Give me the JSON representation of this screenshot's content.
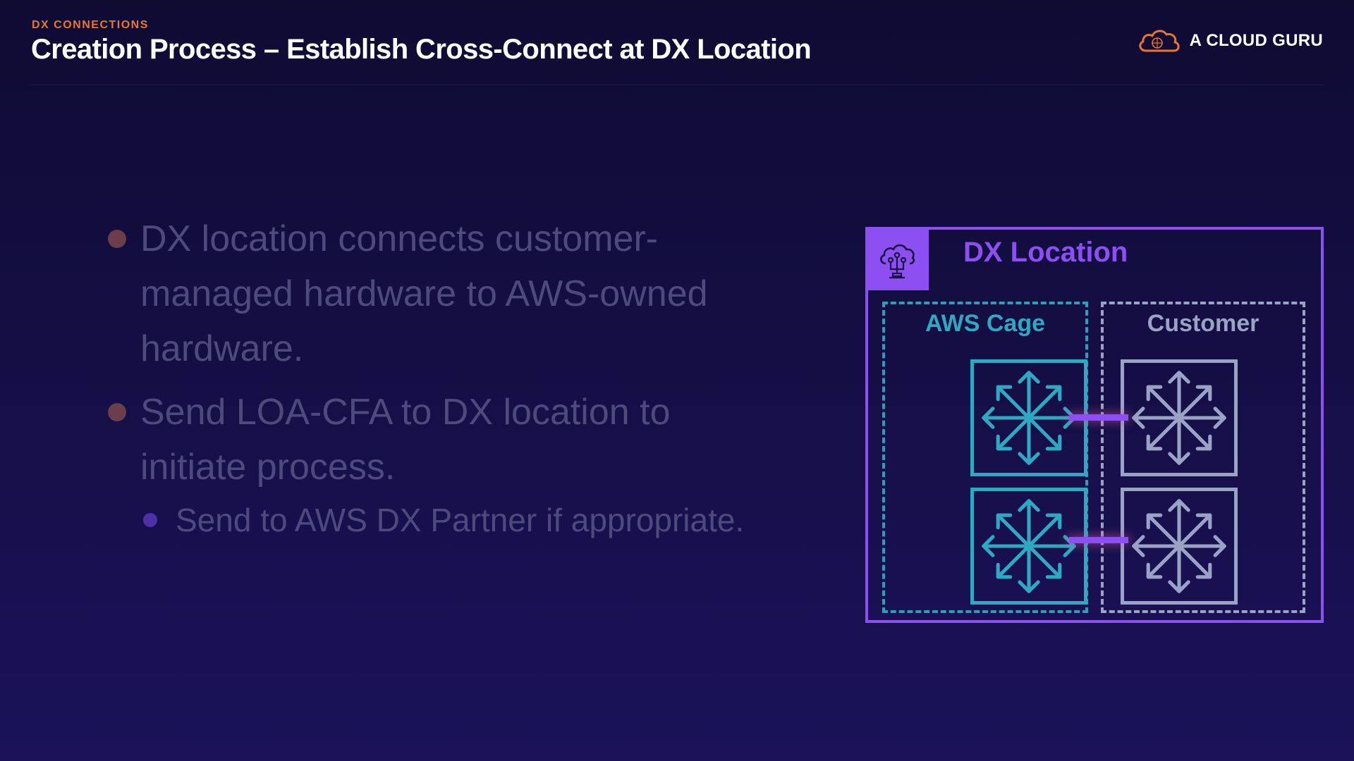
{
  "header": {
    "section_label": "DX CONNECTIONS",
    "title": "Creation Process – Establish Cross-Connect at DX Location",
    "logo_text": "A CLOUD GURU",
    "logo_icon": "cloud-logo-icon"
  },
  "bullets": [
    {
      "text": "DX location connects customer-managed hardware to AWS-owned hardware."
    },
    {
      "text": "Send LOA-CFA to DX location to initiate process."
    }
  ],
  "sub_bullets": [
    {
      "text": "Send to AWS DX Partner if appropriate."
    }
  ],
  "diagram": {
    "location_title": "DX Location",
    "location_icon": "cloud-network-icon",
    "aws_cage_title": "AWS Cage",
    "customer_title": "Customer",
    "router_icon": "router-arrows-icon"
  },
  "colors": {
    "accent_orange": "#e8762d",
    "accent_purple": "#8c4ff2",
    "aws_teal": "#2fa8c2",
    "customer_gray": "#9aa3c6",
    "bullet_text": "#4e4a7e"
  }
}
